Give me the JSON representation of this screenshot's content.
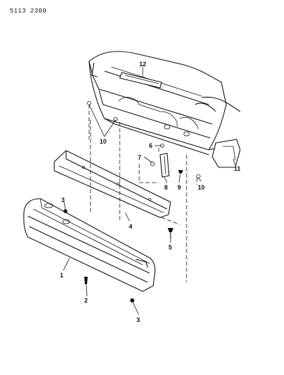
{
  "header": {
    "doc_id": "5113 2300"
  },
  "callouts": {
    "c1": "1",
    "c2": "2",
    "c3a": "3",
    "c3b": "3",
    "c4": "4",
    "c5": "5",
    "c6": "6",
    "c7": "7",
    "c8": "8",
    "c9": "9",
    "c10a": "10",
    "c10b": "10",
    "c11": "11",
    "c12": "12"
  }
}
